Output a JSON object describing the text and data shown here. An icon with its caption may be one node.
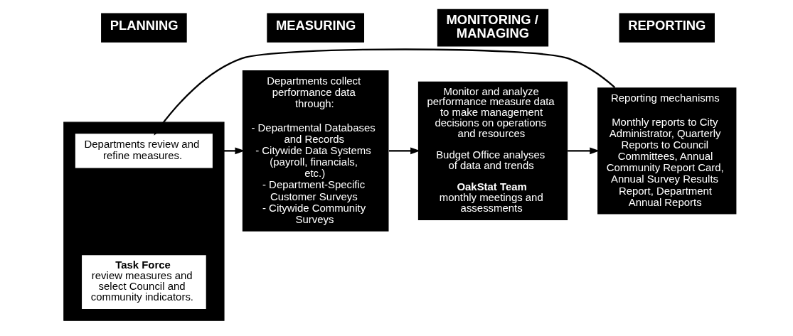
{
  "diagram": {
    "nodes": [
      {
        "text": [
          "PLANNING"
        ]
      },
      {
        "text": [
          "MEASURING"
        ]
      },
      {
        "text": [
          "MONITORING / MANAGING"
        ]
      },
      {
        "text": [
          "REPORTING"
        ]
      },
      {
        "text": [],
        "shape": "box"
      },
      {
        "text": [
          "Departments review and refine measures."
        ],
        "in": 4
      },
      {
        "text": [
          "Task Force",
          "review measures and select Council and community indicators."
        ],
        "in": 4
      },
      {
        "text": [
          "Departments collect performance data through:",
          "- Departmental Databases and Records",
          "- Citywide Data Systems (payroll, financials, etc.)",
          "- Department-Specific Customer Surveys",
          "- Citywide Community Surveys"
        ]
      },
      {
        "text": [
          "Monitor and analyze performance measure data to make management decisions on operations and resources",
          "Budget Office analyses of data and trends",
          "OakStat Team",
          "monthly meetings and assessments"
        ]
      },
      {
        "text": [
          "Reporting mechanisms",
          "Monthly reports to City Administrator, Quarterly Reports to Council Committees, Annual Community Report Card, Annual Survey Results Report, Department Annual Reports"
        ]
      }
    ],
    "edges": [
      {
        "from": 4,
        "to": 7,
        "arrow": "to"
      },
      {
        "from": 7,
        "to": 8,
        "arrow": "to"
      },
      {
        "from": 8,
        "to": 9,
        "arrow": "to"
      },
      {
        "from": 9,
        "to": 5,
        "arrow": "to"
      }
    ]
  }
}
